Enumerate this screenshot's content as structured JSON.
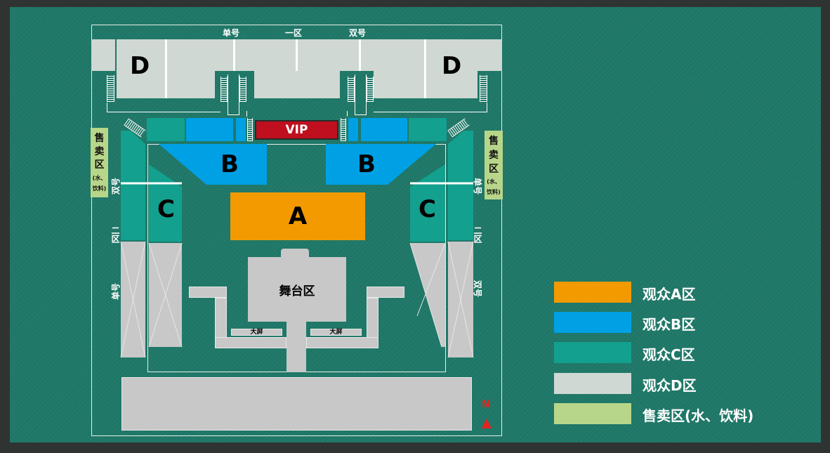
{
  "venue": {
    "top_labels": {
      "left": "单号",
      "center": "一区",
      "right": "双号"
    },
    "side_labels": {
      "left_upper_rot": "双号",
      "left_mid": "二区",
      "left_lower_rot": "单号",
      "right_upper_rot": "单号",
      "right_mid": "二区",
      "right_lower_rot": "双号"
    },
    "zones": {
      "d_left": "D",
      "d_right": "D",
      "vip": "VIP",
      "b_left": "B",
      "b_right": "B",
      "a": "A",
      "c_left": "C",
      "c_right": "C",
      "stage": "舞台区",
      "screen_left": "大屏",
      "screen_right": "大屏"
    },
    "vendor": {
      "title_chars": [
        "售",
        "卖",
        "区"
      ],
      "note_line1": "(水、",
      "note_line2": "饮料)"
    },
    "compass": "N"
  },
  "legend": [
    {
      "label": "观众A区",
      "color": "#f39a00"
    },
    {
      "label": "观众B区",
      "color": "#00a0e4"
    },
    {
      "label": "观众C区",
      "color": "#13a08e"
    },
    {
      "label": "观众D区",
      "color": "#cfd8d2"
    },
    {
      "label": "售卖区(水、饮料)",
      "color": "#b7d68a"
    }
  ]
}
